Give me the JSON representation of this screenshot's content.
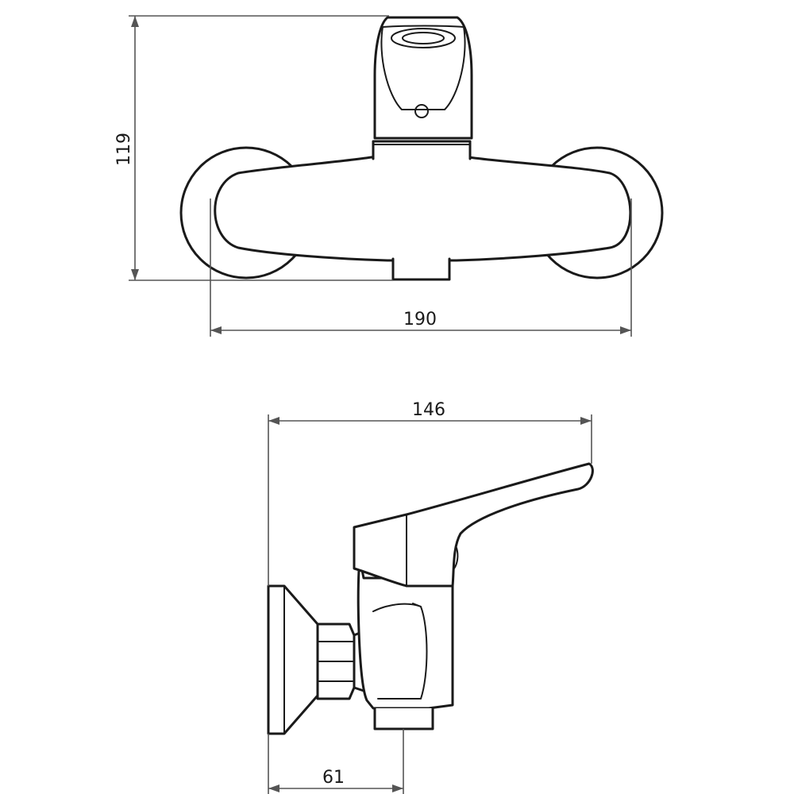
{
  "front_view": {
    "height_label": "119",
    "width_label": "190"
  },
  "side_view": {
    "depth_label": "146",
    "offset_label": "61"
  }
}
